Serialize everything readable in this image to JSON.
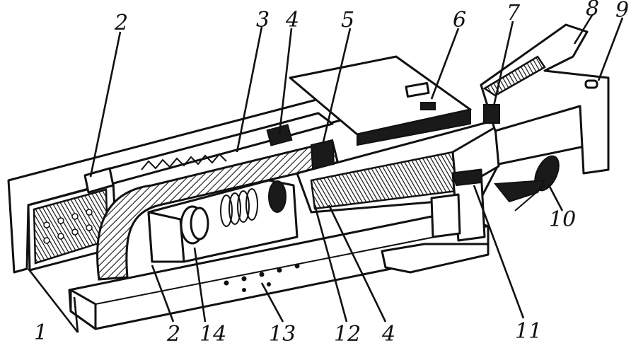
{
  "labels": [
    "1",
    "2",
    "3",
    "4",
    "5",
    "6",
    "7",
    "8",
    "9",
    "10",
    "11",
    "12",
    "4",
    "13",
    "14",
    "2"
  ]
}
